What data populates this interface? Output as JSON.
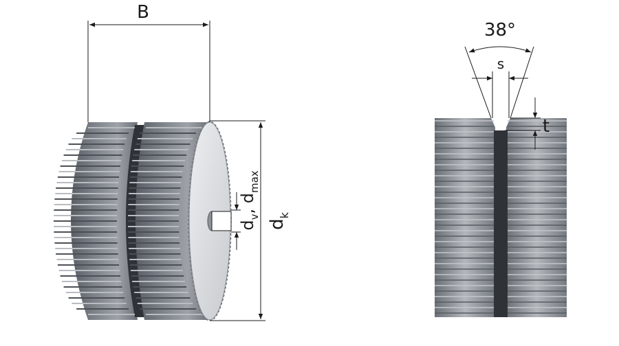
{
  "labels": {
    "width": "B",
    "bore_main": "d",
    "bore_sub_v": "v",
    "bore_sep": ", ",
    "bore_sub_max": "max",
    "outer_main": "d",
    "outer_sub": "k",
    "angle": "38°",
    "gap": "s",
    "depth": "t"
  },
  "colors": {
    "line": "#1a1a1a",
    "tooth_dark": "#5f646b",
    "tooth_light": "#a9adb3",
    "face": "#dcdee2",
    "groove": "#2f3338"
  }
}
